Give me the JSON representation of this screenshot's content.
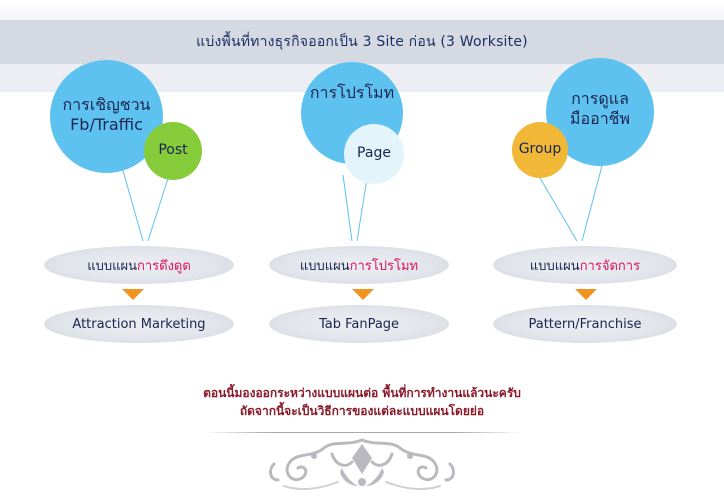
{
  "header": {
    "title": "แบ่งพื้นที่ทางธุรกิจออกเป็น 3 Site ก่อน (3 Worksite)"
  },
  "columns": [
    {
      "big_circle": {
        "line1": "การเชิญชวน",
        "line2": "Fb/Traffic"
      },
      "small_circle": {
        "label": "Post"
      },
      "plan": {
        "prefix": "แบบแผน ",
        "accent": "การดึงดูด"
      },
      "result": {
        "label": "Attraction Marketing"
      }
    },
    {
      "big_circle": {
        "line1": "การโปรโมท",
        "line2": ""
      },
      "small_circle": {
        "label": "Page"
      },
      "plan": {
        "prefix": "แบบแผน",
        "accent": "การโปรโมท"
      },
      "result": {
        "label": "Tab FanPage"
      }
    },
    {
      "big_circle": {
        "line1": "การดูแล",
        "line2": "มืออาชีพ"
      },
      "small_circle": {
        "label": "Group"
      },
      "plan": {
        "prefix": "แบบแผน",
        "accent": "การจัดการ"
      },
      "result": {
        "label": "Pattern/Franchise"
      }
    }
  ],
  "footer": {
    "line1": "ตอนนี้มองออกระหว่างแบบแผนต่อ พื้นที่การทำงานแล้วนะครับ",
    "line2": "ถัดจากนี้จะเป็นวิธีการของแต่ละแบบแผนโดยย่อ"
  },
  "colors": {
    "header_band": "#d5d9e2",
    "circle_blue": "#5ec2f1",
    "circle_green": "#86cc3a",
    "circle_pale": "#e3f4fb",
    "circle_gold": "#f1b838",
    "arrow_orange": "#f09522",
    "accent_pink": "#d6175d",
    "footer_text": "#8a1a2a"
  }
}
